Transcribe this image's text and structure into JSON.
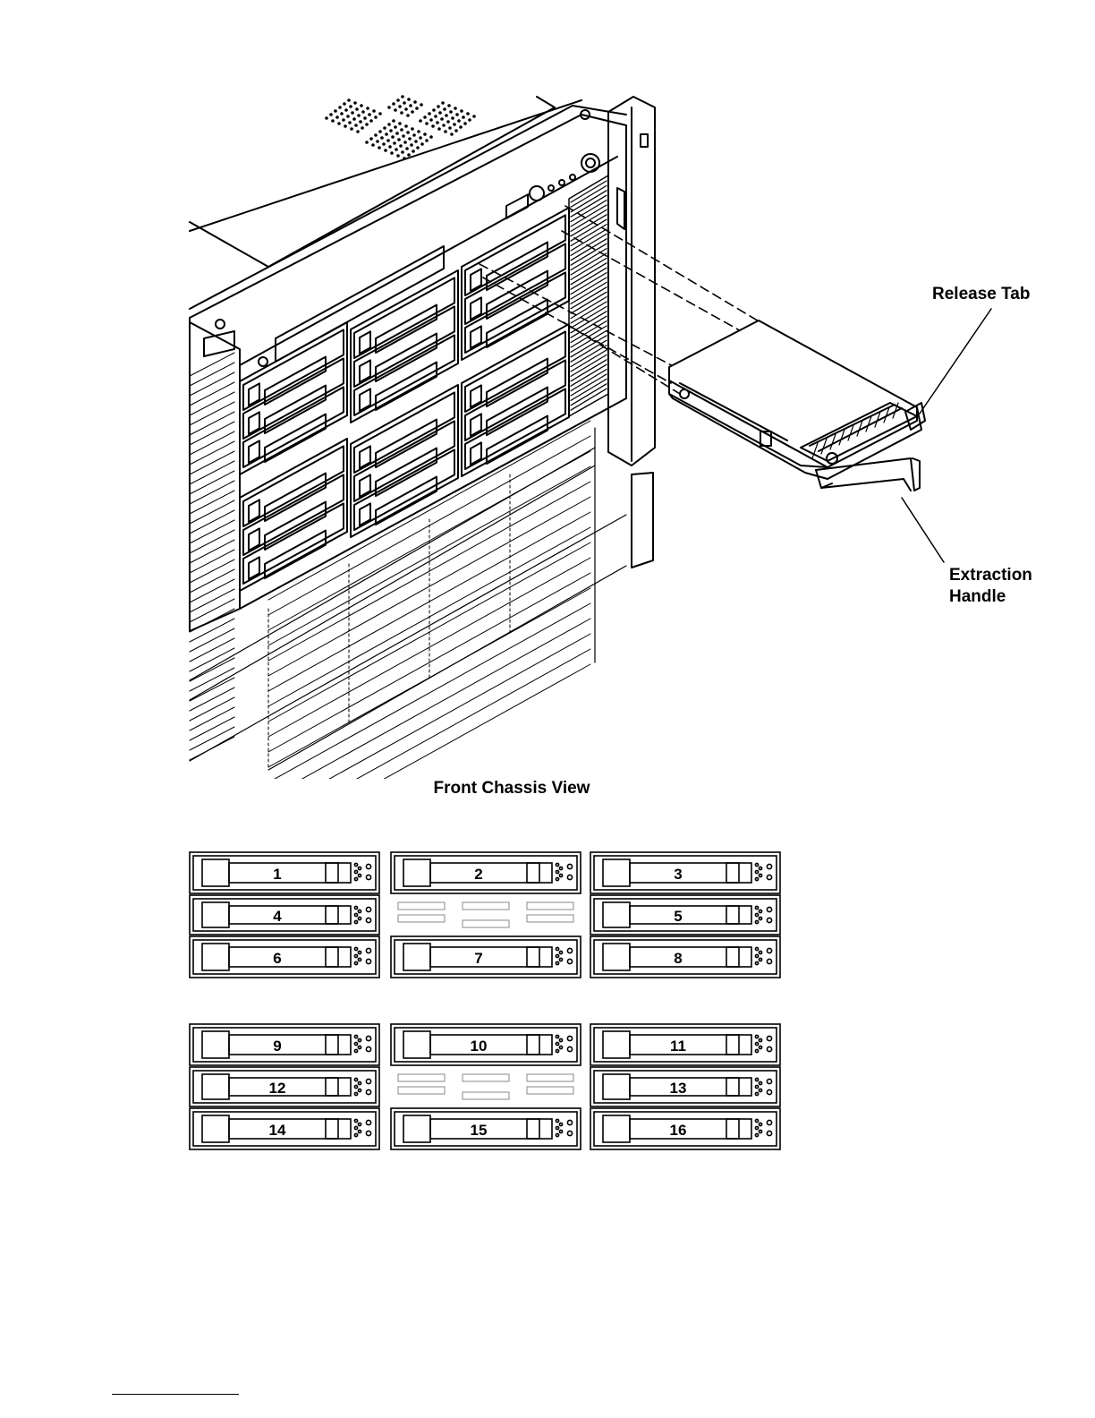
{
  "callouts": {
    "release_tab": "Release Tab",
    "extraction_handle_line1": "Extraction",
    "extraction_handle_line2": "Handle"
  },
  "caption": "Front Chassis View",
  "bay_map": {
    "groups": [
      {
        "rows": [
          [
            "1",
            "2",
            "3"
          ],
          [
            "4",
            "",
            "5"
          ],
          [
            "6",
            "7",
            "8"
          ]
        ]
      },
      {
        "rows": [
          [
            "9",
            "10",
            "11"
          ],
          [
            "12",
            "",
            "13"
          ],
          [
            "14",
            "15",
            "16"
          ]
        ]
      }
    ]
  },
  "icons": {
    "release_tab": "release-tab-icon",
    "extraction_handle": "extraction-handle-icon",
    "power_button": "power-button-icon"
  }
}
